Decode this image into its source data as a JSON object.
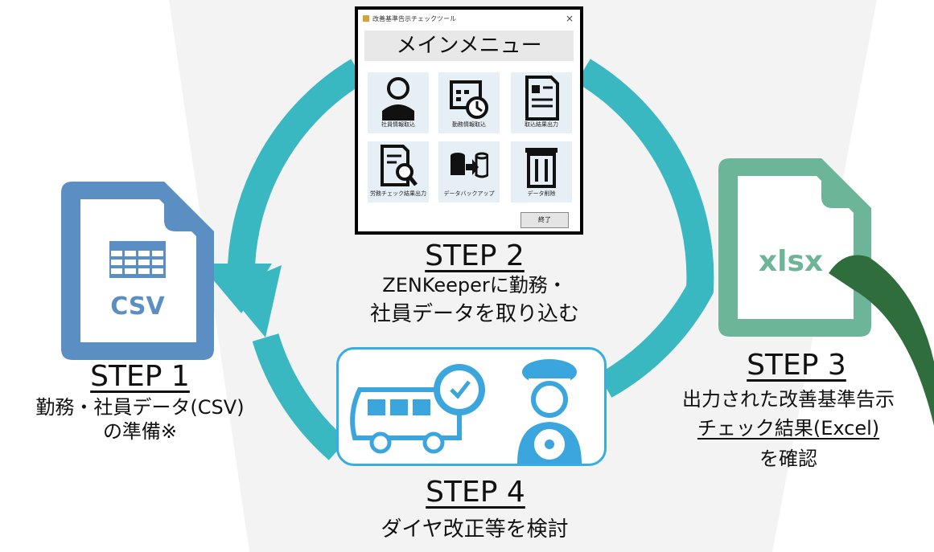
{
  "colors": {
    "cycle_teal": "#3ab8c2",
    "csv_blue": "#5b8fc4",
    "xlsx_green": "#6cb598",
    "dark_green": "#2f6e3c",
    "step4_border": "#36aee3",
    "step4_icon": "#3aa6dd"
  },
  "app_window": {
    "title": "改善基準告示チェックツール",
    "close_glyph": "×",
    "menu_title": "メインメニュー",
    "tiles": [
      {
        "label": "社員情報取込",
        "icon": "person-icon"
      },
      {
        "label": "勤務情報取込",
        "icon": "calendar-clock-icon"
      },
      {
        "label": "取込結果出力",
        "icon": "document-icon"
      },
      {
        "label": "労務チェック結果出力",
        "icon": "document-search-icon"
      },
      {
        "label": "データバックアップ",
        "icon": "database-transfer-icon"
      },
      {
        "label": "データ削除",
        "icon": "trash-icon"
      }
    ],
    "end_button": "終了"
  },
  "step1": {
    "file_label": "CSV",
    "title": "STEP 1",
    "desc_line1": "勤務・社員データ(CSV)",
    "desc_line2": "の準備※"
  },
  "step2": {
    "title": "STEP 2",
    "desc_line1": "ZENKeeperに勤務・",
    "desc_line2": "社員データを取り込む"
  },
  "step3": {
    "file_label": "xlsx",
    "title": "STEP 3",
    "desc_line1": "出力された改善基準告示",
    "desc_line2": "チェック結果(Excel)",
    "desc_line3": "を確認"
  },
  "step4": {
    "title": "STEP 4",
    "desc_line1": "ダイヤ改正等を検討"
  }
}
